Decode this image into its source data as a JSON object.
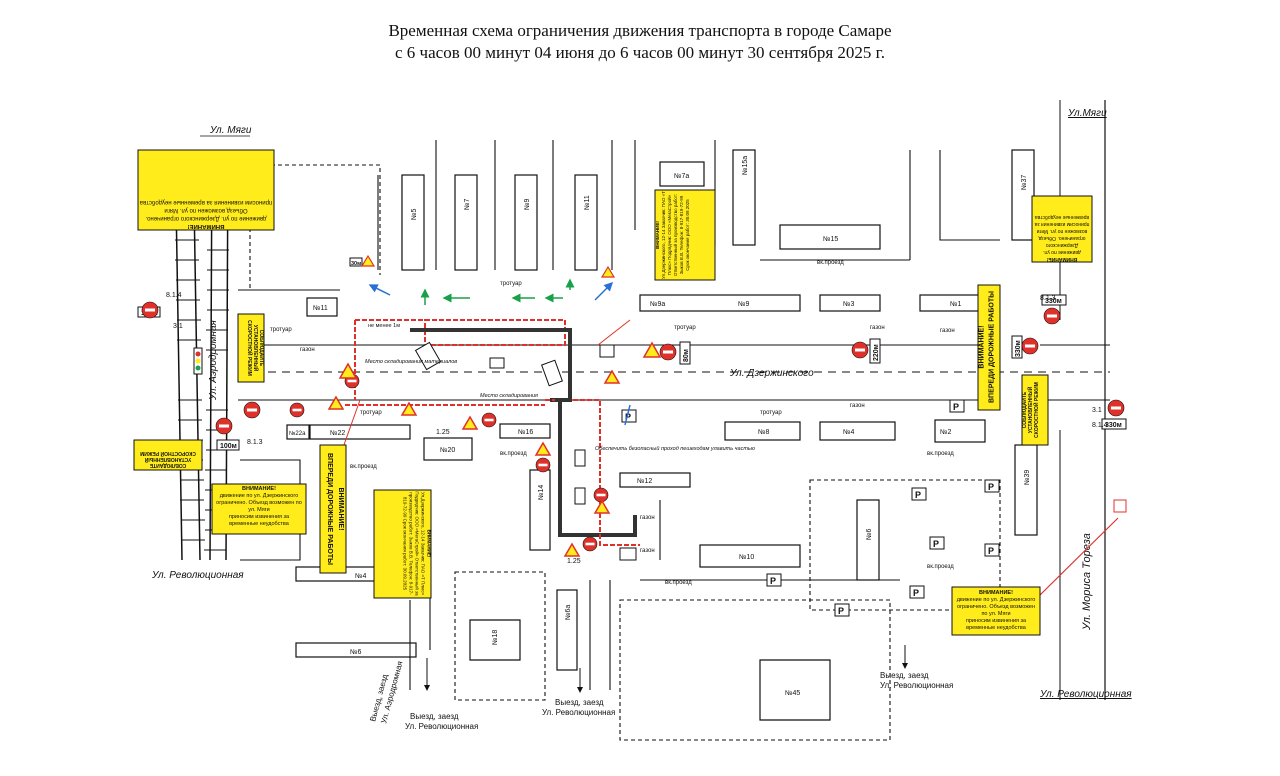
{
  "title_line1": "Временная схема ограничения движения транспорта в городе Самаре",
  "title_line2": "с 6 часов 00 минут 04 июня до 6 часов 00 минут 30 сентября 2025 г.",
  "streets": {
    "myagi_left": "Ул. Мяги",
    "myagi_right": "Ул.Мяги",
    "aerodromnaya": "Ул. Аэродромная",
    "revolyutsionnaya_left": "Ул. Революционная",
    "revolyutsionnaya_right": "Ул. Революционная",
    "dzerzhinskogo": "Ул. Дзержинского",
    "moris_torez": "Ул. Мориса Тореза"
  },
  "exits": [
    {
      "line1": "Выезд, заезд",
      "line2": "Ул. Аэродромная"
    },
    {
      "line1": "Выезд, заезд",
      "line2": "Ул. Революционная"
    },
    {
      "line1": "Выезд, заезд",
      "line2": "Ул. Революционная"
    },
    {
      "line1": "Выезд, заезд",
      "line2": "Ул. Революционная"
    }
  ],
  "buildings": {
    "b5": "№5",
    "b7": "№7",
    "b9_top": "№9",
    "b11_top": "№11",
    "b7a": "№7а",
    "b15a": "№15а",
    "b15": "№15",
    "b37": "№37",
    "b11": "№11",
    "b9a": "№9а",
    "b9": "№9",
    "b3": "№3",
    "b1": "№1",
    "b22a": "№22а",
    "b22": "№22",
    "b20": "№20",
    "b16": "№16",
    "b8": "№8",
    "b4": "№4",
    "b2": "№2",
    "b39": "№39",
    "b14": "№14",
    "b12": "№12",
    "b10": "№10",
    "b6_right": "№6",
    "b4_left": "№4",
    "b6a": "№6а",
    "b18": "№18",
    "b6_left": "№6",
    "b45": "№45"
  },
  "small_labels": {
    "trotuar": "тротуар",
    "gazon": "газон",
    "vkproezd": "вк.проезд",
    "parking": "P",
    "storage": "Место складирования материалов",
    "storage2": "Место складирования",
    "ne_menee": "не менее 1м",
    "safe_passage": "Обеспечить безопасный проход пешеходам улавить частью"
  },
  "distances": {
    "d100": "100м",
    "d100b": "100м",
    "d80": "80м",
    "d220": "220м",
    "d330a": "330м",
    "d330b": "330м",
    "d330c": "330м",
    "d30": "30м"
  },
  "sign_codes": {
    "s31": "3.1",
    "s814": "8.1.4",
    "s813": "8.1.3",
    "s125": "1.25",
    "s127": "1.25"
  },
  "notices": {
    "attention": "ВНИМАНИЕ!",
    "detour_text": "движение по ул. Дзержинского ограничено. Объезд возможен по ул. Мяги",
    "apology": "приносим извинения за временные неудобства",
    "roadworks": "ВПЕРЕДИ ДОРОЖНЫЕ РАБОТЫ",
    "speed": "СОБЛЮДАЙТЕ УСТАНОВЛЕННЫЙ СКОРОСТНОЙ РЕЖИМ",
    "contractor": "Ул.Дзержинского, 12-14 Заказчик: ПАО «Т Плюс» Подрядчик: ООО «МегаСтрой» Ответственный за производство работ: Зыков В.В. Телефон: 8-917-819-72-99 Срок окончания работ: 30.09.2025"
  },
  "colors": {
    "yellow": "#ffec1a",
    "red_fence": "#e0302a",
    "green_arrow": "#1aa04a",
    "blue_arrow": "#2a6fd6",
    "crosswalk": "#6fa8dc"
  }
}
